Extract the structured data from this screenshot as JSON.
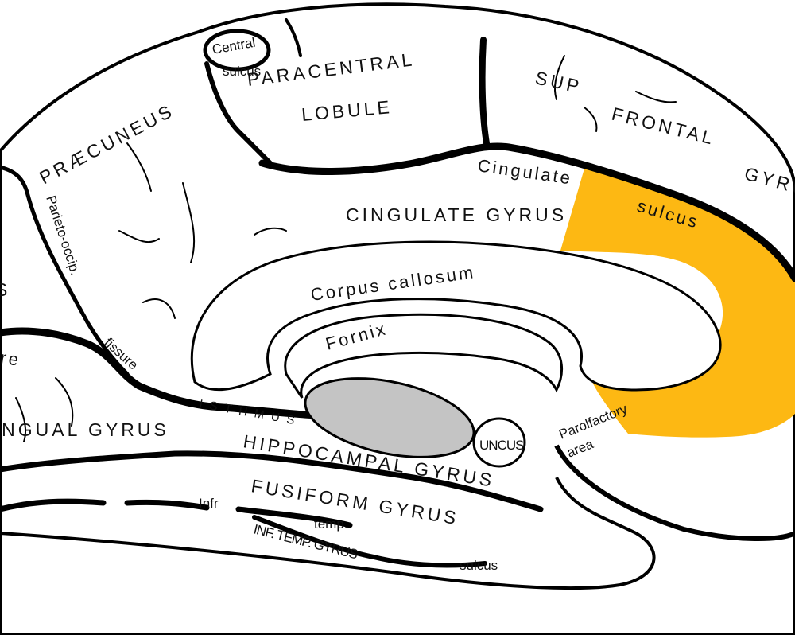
{
  "labels": {
    "central_sulcus_1": "Central",
    "central_sulcus_2": "sulcus",
    "paracentral_1": "PARACENTRAL",
    "paracentral_2": "LOBULE",
    "sup_frontal_1": "SUP",
    "sup_frontal_2": "FRONTAL",
    "sup_frontal_3": "GYRUS",
    "praecuneus": "PRÆCUNEUS",
    "parieto_occip": "Parieto-occip.",
    "cingulate_sulcus_1": "Cingulate",
    "cingulate_sulcus_2": "sulcus",
    "cingulate_gyrus": "CINGULATE GYRUS",
    "corpus_callosum": "Corpus callosum",
    "fornix": "Fornix",
    "fissure_left": "fissure",
    "fissure_right": "fissure",
    "isthmus": "ISTHMUS",
    "lingual_gyrus": "LINGUAL GYRUS",
    "s_fragment": "S",
    "hippocampal_gyrus": "HIPPOCAMPAL GYRUS",
    "uncus": "UNCUS",
    "parolfactory_1": "Parolfactory",
    "parolfactory_2": "area",
    "fusiform_gyrus": "FUSIFORM GYRUS",
    "infr": "Infr",
    "temp": "temp.",
    "inf_temp_gyrus": "INF. TEMP. GYRUS",
    "sulcus_bottom": "sulcus"
  },
  "colors": {
    "highlight": "#FDB813",
    "thalamus": "#C4C4C4",
    "outline": "#000000",
    "background": "#FFFFFF"
  },
  "highlighted_region": "Parolfactory area"
}
